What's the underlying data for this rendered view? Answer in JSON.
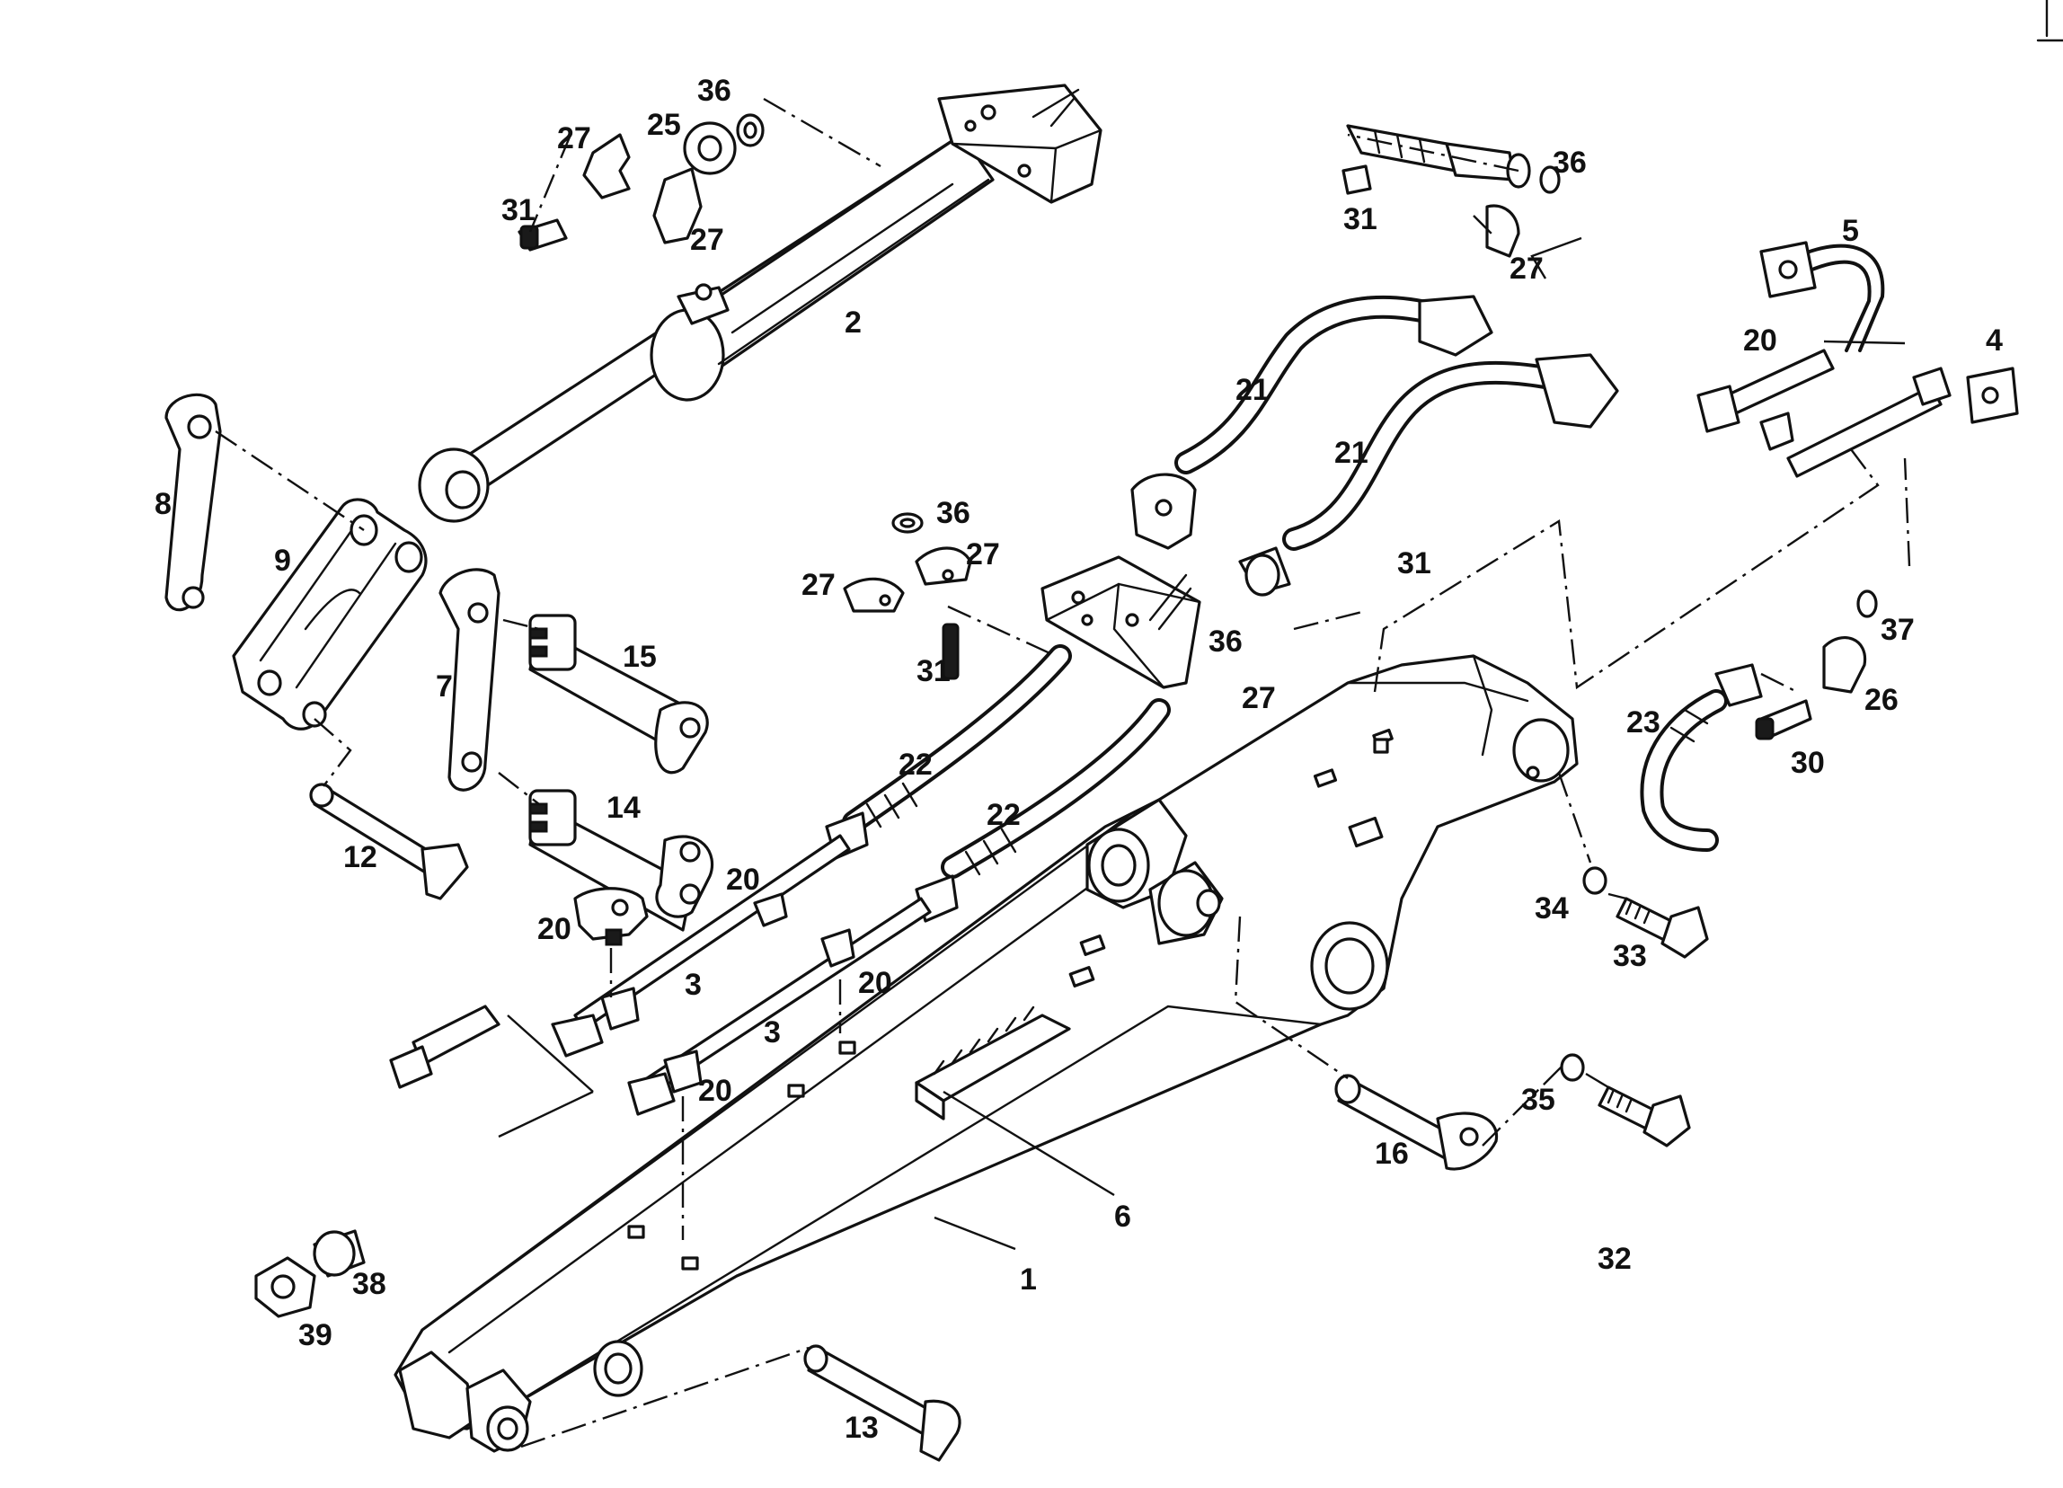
{
  "callouts": [
    {
      "label": "1"
    },
    {
      "label": "2"
    },
    {
      "label": "3"
    },
    {
      "label": "3"
    },
    {
      "label": "4"
    },
    {
      "label": "5"
    },
    {
      "label": "6"
    },
    {
      "label": "7"
    },
    {
      "label": "8"
    },
    {
      "label": "9"
    },
    {
      "label": "12"
    },
    {
      "label": "13"
    },
    {
      "label": "14"
    },
    {
      "label": "15"
    },
    {
      "label": "16"
    },
    {
      "label": "20"
    },
    {
      "label": "20"
    },
    {
      "label": "20"
    },
    {
      "label": "20"
    },
    {
      "label": "20"
    },
    {
      "label": "21"
    },
    {
      "label": "21"
    },
    {
      "label": "22"
    },
    {
      "label": "22"
    },
    {
      "label": "23"
    },
    {
      "label": "25"
    },
    {
      "label": "26"
    },
    {
      "label": "27"
    },
    {
      "label": "27"
    },
    {
      "label": "27"
    },
    {
      "label": "27"
    },
    {
      "label": "27"
    },
    {
      "label": "27"
    },
    {
      "label": "30"
    },
    {
      "label": "31"
    },
    {
      "label": "31"
    },
    {
      "label": "31"
    },
    {
      "label": "31"
    },
    {
      "label": "32"
    },
    {
      "label": "33"
    },
    {
      "label": "34"
    },
    {
      "label": "35"
    },
    {
      "label": "36"
    },
    {
      "label": "36"
    },
    {
      "label": "36"
    },
    {
      "label": "36"
    },
    {
      "label": "37"
    },
    {
      "label": "38"
    },
    {
      "label": "39"
    }
  ]
}
